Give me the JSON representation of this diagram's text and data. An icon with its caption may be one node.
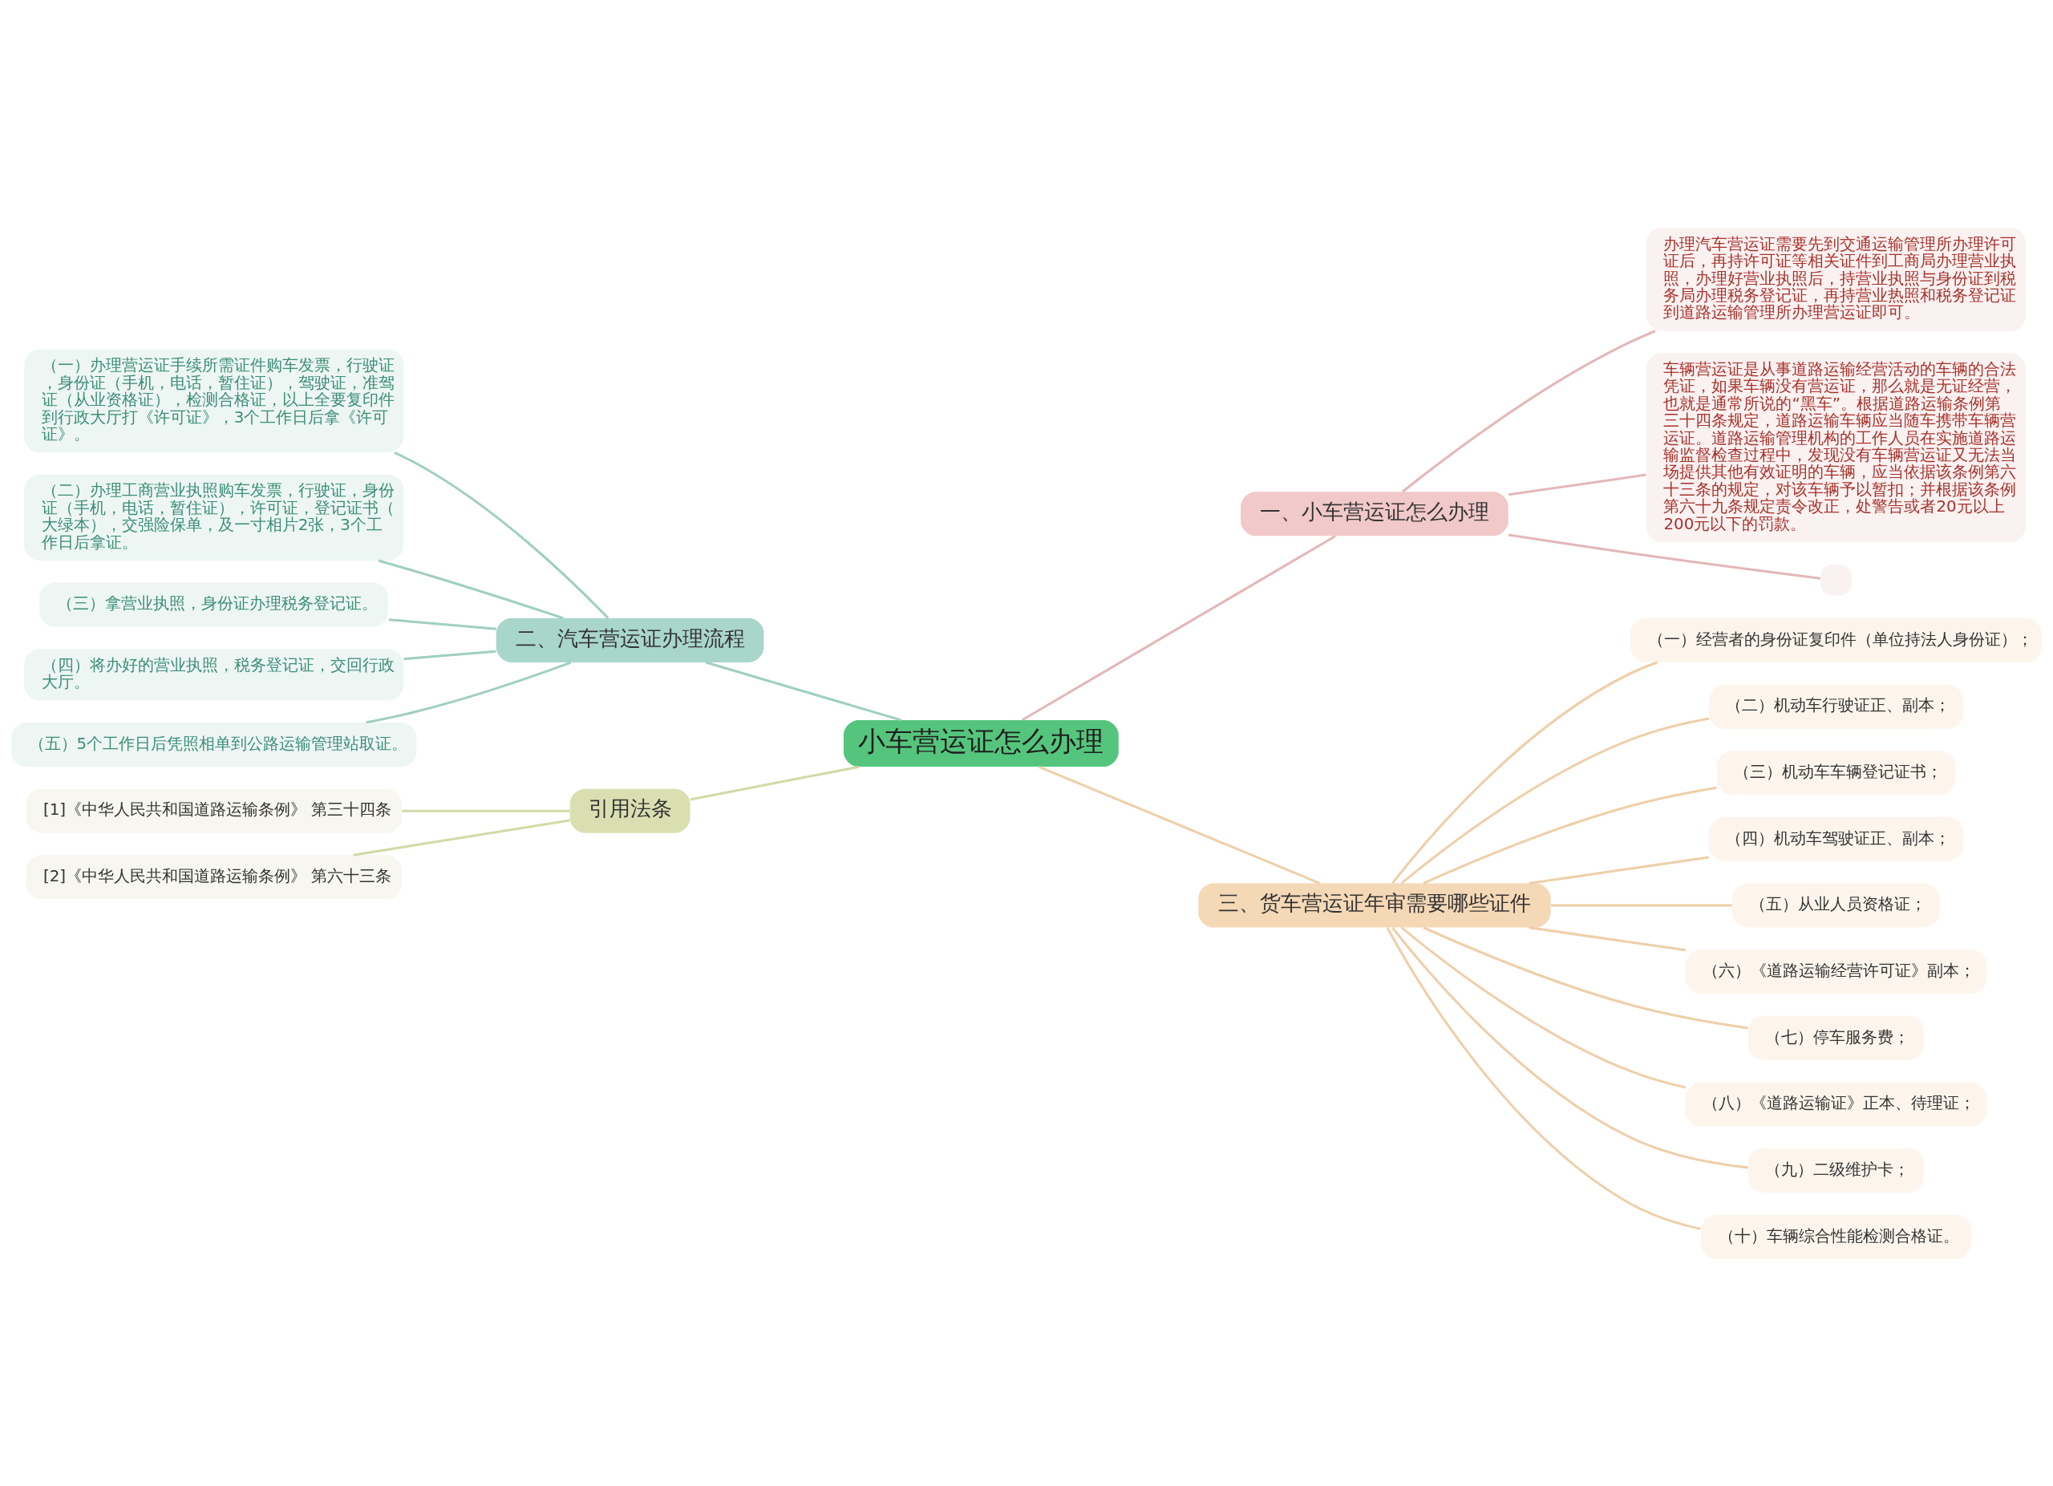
{
  "diagram": {
    "nodes": [
      {
        "text": [
          "小车营运证怎么办理"
        ]
      },
      {
        "text": [
          "一、小车营运证怎么办理"
        ]
      },
      {
        "text": [
          "办理汽车营运证需要先到交通运输管理所办理许可证后，再持许可证等相关证件到工商局办理营业执照，办理好营业执照后，持营业执照与身份证到税务局办理税务登记证，再持营业热照和税务登记证到道路运输管理所办理营运证即可。"
        ]
      },
      {
        "text": [
          "车辆营运证是从事道路运输经营活动的车辆的合法凭证，如果车辆没有营运证，那么就是无证经营，也就是通常所说的“黑车”。根据道路运输条例第三十四条规定，道路运输车辆应当随车携带车辆营运证。道路运输管理机构的工作人员在实施道路运输监督检查过程中，发现没有车辆营运证又无法当场提供其他有效证明的车辆，应当依据该条例第六十三条的规定，对该车辆予以暂扣；并根据该条例第六十九条规定责令改正，处警告或者20元以上200元以下的罚款。"
        ]
      },
      {
        "text": [],
        "shape": "box"
      },
      {
        "text": [
          "二、汽车营运证办理流程"
        ]
      },
      {
        "text": [
          "（一）办理营运证手续所需证件购车发票，行驶证，身份证（手机，电话，暂住证），驾驶证，准驾证（从业资格证），检测合格证，以上全要复印件到行政大厅打《许可证》，3个工作日后拿《许可证》。"
        ]
      },
      {
        "text": [
          "（二）办理工商营业执照购车发票，行驶证，身份证（手机，电话，暂住证），许可证，登记证书（大绿本），交强险保单，及一寸相片2张，3个工作日后拿证。"
        ]
      },
      {
        "text": [
          "（三）拿营业执照，身份证办理税务登记证。"
        ]
      },
      {
        "text": [
          "（四）将办好的营业执照，税务登记证，交回行政大厅。"
        ]
      },
      {
        "text": [
          "（五）5个工作日后凭照相单到公路运输管理站取证。"
        ]
      },
      {
        "text": [
          "引用法条"
        ]
      },
      {
        "text": [
          "[1]《中华人民共和国道路运输条例》 第三十四条"
        ]
      },
      {
        "text": [
          "[2]《中华人民共和国道路运输条例》 第六十三条"
        ]
      },
      {
        "text": [
          "三、货车营运证年审需要哪些证件"
        ]
      },
      {
        "text": [
          "（一）经营者的身份证复印件（单位持法人身份证）；"
        ]
      },
      {
        "text": [
          "（二）机动车行驶证正、副本；"
        ]
      },
      {
        "text": [
          "（三）机动车车辆登记证书；"
        ]
      },
      {
        "text": [
          "（四）机动车驾驶证正、副本；"
        ]
      },
      {
        "text": [
          "（五）从业人员资格证；"
        ]
      },
      {
        "text": [
          "（六）《道路运输经营许可证》副本；"
        ]
      },
      {
        "text": [
          "（七）停车服务费；"
        ]
      },
      {
        "text": [
          "（八）《道路运输证》正本、待理证；"
        ]
      },
      {
        "text": [
          "（九）二级维护卡；"
        ]
      },
      {
        "text": [
          "（十）车辆综合性能检测合格证。"
        ]
      }
    ],
    "edges": [
      {
        "from": 0,
        "to": 1,
        "arrow": "none",
        "color": "#e3b7b7"
      },
      {
        "from": 1,
        "to": 2,
        "arrow": "none",
        "color": "#e3b7b7"
      },
      {
        "from": 1,
        "to": 3,
        "arrow": "none",
        "color": "#e3b7b7"
      },
      {
        "from": 1,
        "to": 4,
        "arrow": "none",
        "color": "#e3b7b7"
      },
      {
        "from": 0,
        "to": 5,
        "arrow": "none",
        "color": "#9fcfc2"
      },
      {
        "from": 5,
        "to": 6,
        "arrow": "none",
        "color": "#9fcfc2"
      },
      {
        "from": 5,
        "to": 7,
        "arrow": "none",
        "color": "#9fcfc2"
      },
      {
        "from": 5,
        "to": 8,
        "arrow": "none",
        "color": "#9fcfc2"
      },
      {
        "from": 5,
        "to": 9,
        "arrow": "none",
        "color": "#9fcfc2"
      },
      {
        "from": 5,
        "to": 10,
        "arrow": "none",
        "color": "#9fcfc2"
      },
      {
        "from": 0,
        "to": 11,
        "arrow": "none",
        "color": "#d3d9a6"
      },
      {
        "from": 11,
        "to": 12,
        "arrow": "none",
        "color": "#d3d9a6"
      },
      {
        "from": 11,
        "to": 13,
        "arrow": "none",
        "color": "#d3d9a6"
      },
      {
        "from": 0,
        "to": 14,
        "arrow": "none",
        "color": "#eecfa9"
      },
      {
        "from": 14,
        "to": 15,
        "arrow": "none",
        "color": "#eecfa9"
      },
      {
        "from": 14,
        "to": 16,
        "arrow": "none",
        "color": "#eecfa9"
      },
      {
        "from": 14,
        "to": 17,
        "arrow": "none",
        "color": "#eecfa9"
      },
      {
        "from": 14,
        "to": 18,
        "arrow": "none",
        "color": "#eecfa9"
      },
      {
        "from": 14,
        "to": 19,
        "arrow": "none",
        "color": "#eecfa9"
      },
      {
        "from": 14,
        "to": 20,
        "arrow": "none",
        "color": "#eecfa9"
      },
      {
        "from": 14,
        "to": 21,
        "arrow": "none",
        "color": "#eecfa9"
      },
      {
        "from": 14,
        "to": 22,
        "arrow": "none",
        "color": "#eecfa9"
      },
      {
        "from": 14,
        "to": 23,
        "arrow": "none",
        "color": "#eecfa9"
      },
      {
        "from": 14,
        "to": 24,
        "arrow": "none",
        "color": "#eecfa9"
      }
    ]
  }
}
